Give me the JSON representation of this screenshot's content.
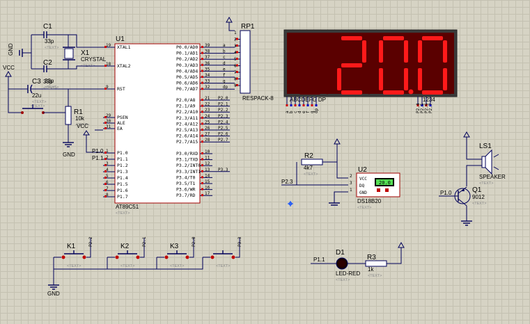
{
  "u1": {
    "ref": "U1",
    "part": "AT89C51",
    "text": "<TEXT>",
    "left_pins": [
      {
        "num": "19",
        "name": "XTAL1"
      },
      {
        "num": "18",
        "name": "XTAL2"
      },
      {
        "num": "9",
        "name": "RST"
      },
      {
        "num": "29",
        "name": "PSEN"
      },
      {
        "num": "30",
        "name": "ALE"
      },
      {
        "num": "31",
        "name": "EA"
      },
      {
        "num": "1",
        "name": "P1.0"
      },
      {
        "num": "2",
        "name": "P1.1"
      },
      {
        "num": "3",
        "name": "P1.2"
      },
      {
        "num": "4",
        "name": "P1.3"
      },
      {
        "num": "5",
        "name": "P1.4"
      },
      {
        "num": "6",
        "name": "P1.5"
      },
      {
        "num": "7",
        "name": "P1.6"
      },
      {
        "num": "8",
        "name": "P1.7"
      }
    ],
    "right_pins": [
      {
        "num": "39",
        "name": "P0.0/AD0",
        "net": "a"
      },
      {
        "num": "38",
        "name": "P0.1/AD1",
        "net": "b"
      },
      {
        "num": "37",
        "name": "P0.2/AD2",
        "net": "c"
      },
      {
        "num": "36",
        "name": "P0.3/AD3",
        "net": "d"
      },
      {
        "num": "35",
        "name": "P0.4/AD4",
        "net": "e"
      },
      {
        "num": "34",
        "name": "P0.5/AD5",
        "net": "f"
      },
      {
        "num": "33",
        "name": "P0.6/AD6",
        "net": "g"
      },
      {
        "num": "32",
        "name": "P0.7/AD7",
        "net": "dp"
      },
      {
        "num": "21",
        "name": "P2.0/A8",
        "net": "P2.0"
      },
      {
        "num": "22",
        "name": "P2.1/A9",
        "net": "P2.1"
      },
      {
        "num": "23",
        "name": "P2.2/A10",
        "net": "P2.2"
      },
      {
        "num": "24",
        "name": "P2.3/A11",
        "net": "P2.3"
      },
      {
        "num": "25",
        "name": "P2.4/A12",
        "net": "P2.4"
      },
      {
        "num": "26",
        "name": "P2.5/A13",
        "net": "P2.5"
      },
      {
        "num": "27",
        "name": "P2.6/A14",
        "net": "P2.6"
      },
      {
        "num": "28",
        "name": "P2.7/A15",
        "net": "P2.7"
      },
      {
        "num": "10",
        "name": "P3.0/RXD",
        "net": ""
      },
      {
        "num": "11",
        "name": "P3.1/TXD",
        "net": ""
      },
      {
        "num": "12",
        "name": "P3.2/INT0",
        "net": ""
      },
      {
        "num": "13",
        "name": "P3.3/INT1",
        "net": "P3.3"
      },
      {
        "num": "14",
        "name": "P3.4/T0",
        "net": ""
      },
      {
        "num": "15",
        "name": "P3.5/T1",
        "net": ""
      },
      {
        "num": "16",
        "name": "P3.6/WR",
        "net": ""
      },
      {
        "num": "17",
        "name": "P3.7/RD",
        "net": ""
      }
    ],
    "left_nets": {
      "vcc": "VCC",
      "p10": "P1.0",
      "p11": "P1.1"
    }
  },
  "c1": {
    "ref": "C1",
    "value": "33p",
    "text": "<TEXT>"
  },
  "c2": {
    "ref": "C2",
    "value": "33p",
    "text": "<TEXT>"
  },
  "c3": {
    "ref": "C3",
    "value": "22u",
    "text": "<TEXT>"
  },
  "x1": {
    "ref": "X1",
    "part": "CRYSTAL",
    "text": "<TEXT>"
  },
  "r1": {
    "ref": "R1",
    "value": "10k",
    "text": "<TEXT>"
  },
  "r2": {
    "ref": "R2",
    "value": "4k7",
    "text": "<TEXT>"
  },
  "r3": {
    "ref": "R3",
    "value": "1k",
    "text": "<TEXT>"
  },
  "rp1": {
    "ref": "RP1",
    "part": "RESPACK-8",
    "pins": [
      "1",
      "2",
      "3",
      "4",
      "5",
      "6",
      "7",
      "8",
      "9"
    ],
    "nets": [
      "a",
      "b",
      "c",
      "d",
      "e",
      "f",
      "g",
      "dp"
    ]
  },
  "display": {
    "digits": [
      "",
      "2",
      "0",
      "0"
    ],
    "decimal_after": 2,
    "bottom_left": "ABCDEFG  DP",
    "bottom_right": "1234",
    "nets": [
      "a",
      "b",
      "c",
      "d",
      "e",
      "f",
      "g",
      "dp",
      "P2.4",
      "P2.5",
      "P2.6",
      "P2.7"
    ]
  },
  "u2": {
    "ref": "U2",
    "part": "DS18B20",
    "readout": "20.0",
    "pins": [
      {
        "num": "2",
        "name": "VCC"
      },
      {
        "num": "3",
        "name": "DQ"
      },
      {
        "num": "1",
        "name": "GND"
      }
    ],
    "net": "P2.3",
    "text": "<TEXT>"
  },
  "ls1": {
    "ref": "LS1",
    "part": "SPEAKER",
    "text": "<TEXT>"
  },
  "q1": {
    "ref": "Q1",
    "part": "9012",
    "net": "P1.0",
    "text": "<TEXT>"
  },
  "d1": {
    "ref": "D1",
    "part": "LED-RED",
    "net": "P1.1",
    "text": "<TEXT>"
  },
  "keys": [
    {
      "ref": "K1",
      "net": "P2.2",
      "text": "<TEXT>"
    },
    {
      "ref": "K2",
      "net": "P2.1",
      "text": "<TEXT>"
    },
    {
      "ref": "K3",
      "net": "P2.0",
      "text": "<TEXT>"
    },
    {
      "ref": "",
      "net": "P3.3",
      "text": "<TEXT>"
    }
  ],
  "power": {
    "vcc": "VCC",
    "gnd": "GND"
  },
  "rst_btn_text": "<TEXT>"
}
